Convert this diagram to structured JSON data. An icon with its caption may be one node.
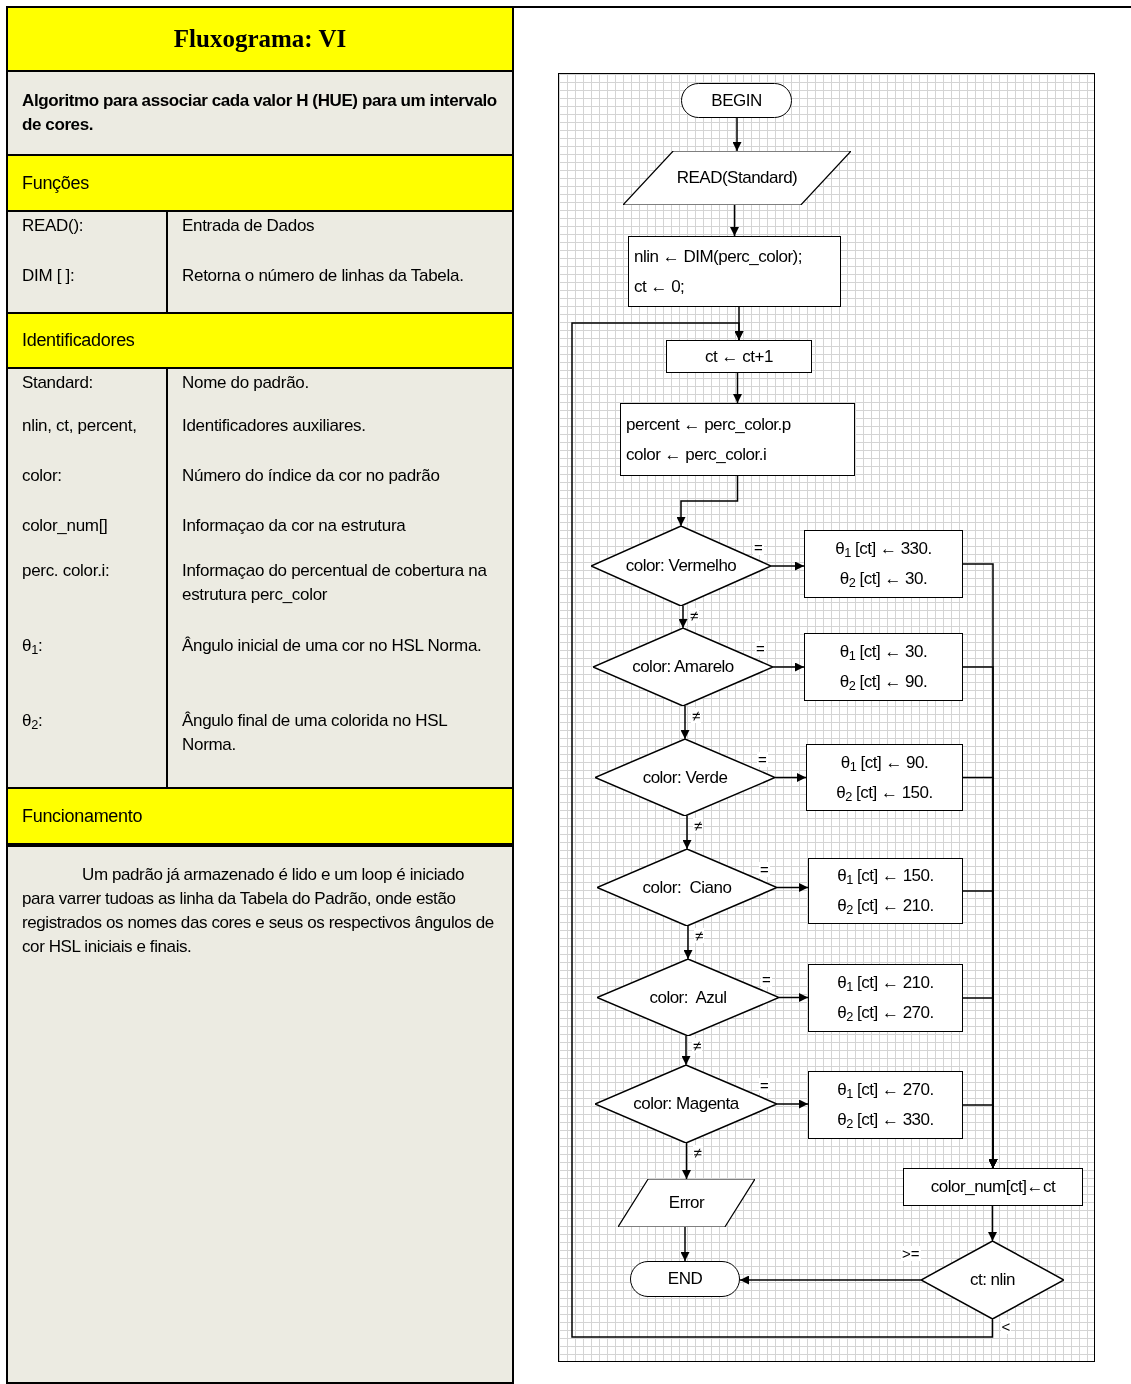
{
  "diagram": {
    "title": "Fluxograma: VI",
    "nodes": [
      {
        "text": [
          "BEGIN"
        ]
      },
      {
        "text": [
          "READ(Standard)"
        ]
      },
      {
        "text": [
          "nlin ← DIM(perc_color);",
          "ct ← 0;"
        ]
      },
      {
        "text": [
          "ct ← ct+1"
        ]
      },
      {
        "text": [
          "percent ← perc_color.p",
          "color ← perc_color.i"
        ]
      },
      {
        "text": [
          "color: Vermelho"
        ]
      },
      {
        "text": [
          "θ$_{1}$ [ct] ← 330.",
          "θ$_{2}$ [ct] ← 30."
        ]
      },
      {
        "text": [
          "color: Amarelo"
        ]
      },
      {
        "text": [
          "θ$_{1}$ [ct] ← 30.",
          "θ$_{2}$ [ct] ← 90."
        ]
      },
      {
        "text": [
          "color: Verde"
        ]
      },
      {
        "text": [
          "θ$_{1}$ [ct] ← 90.",
          "θ$_{2}$ [ct] ← 150."
        ]
      },
      {
        "text": [
          "color:  Ciano"
        ]
      },
      {
        "text": [
          "θ$_{1}$ [ct] ← 150.",
          "θ$_{2}$ [ct] ← 210."
        ]
      },
      {
        "text": [
          "color:  Azul"
        ]
      },
      {
        "text": [
          "θ$_{1}$ [ct] ← 210.",
          "θ$_{2}$ [ct] ← 270."
        ]
      },
      {
        "text": [
          "color: Magenta"
        ]
      },
      {
        "text": [
          "θ$_{1}$ [ct] ← 270.",
          "θ$_{2}$ [ct] ← 330."
        ]
      },
      {
        "text": [
          "Error"
        ]
      },
      {
        "text": [
          "END"
        ]
      },
      {
        "text": [
          "color_num[ct]←ct"
        ]
      },
      {
        "text": [
          "ct: nlin"
        ]
      }
    ],
    "edges": [
      {
        "from": 0,
        "to": 1,
        "arrow": "to"
      },
      {
        "from": 1,
        "to": 2,
        "arrow": "to"
      },
      {
        "from": 2,
        "to": 3,
        "arrow": "to"
      },
      {
        "from": 3,
        "to": 4,
        "arrow": "to"
      },
      {
        "from": 4,
        "to": 5,
        "arrow": "to"
      },
      {
        "from": 5,
        "to": 6,
        "arrow": "to",
        "label": "="
      },
      {
        "from": 5,
        "to": 7,
        "arrow": "to",
        "label": "≠"
      },
      {
        "from": 7,
        "to": 8,
        "arrow": "to",
        "label": "="
      },
      {
        "from": 7,
        "to": 9,
        "arrow": "to",
        "label": "≠"
      },
      {
        "from": 9,
        "to": 10,
        "arrow": "to",
        "label": "="
      },
      {
        "from": 9,
        "to": 11,
        "arrow": "to",
        "label": "≠"
      },
      {
        "from": 11,
        "to": 12,
        "arrow": "to",
        "label": "="
      },
      {
        "from": 11,
        "to": 13,
        "arrow": "to",
        "label": "≠"
      },
      {
        "from": 13,
        "to": 14,
        "arrow": "to",
        "label": "="
      },
      {
        "from": 13,
        "to": 15,
        "arrow": "to",
        "label": "≠"
      },
      {
        "from": 15,
        "to": 16,
        "arrow": "to",
        "label": "="
      },
      {
        "from": 15,
        "to": 17,
        "arrow": "to",
        "label": "≠"
      },
      {
        "from": 17,
        "to": 18,
        "arrow": "to"
      },
      {
        "from": 6,
        "to": 19,
        "arrow": "to"
      },
      {
        "from": 8,
        "to": 19,
        "arrow": "to"
      },
      {
        "from": 10,
        "to": 19,
        "arrow": "to"
      },
      {
        "from": 12,
        "to": 19,
        "arrow": "to"
      },
      {
        "from": 14,
        "to": 19,
        "arrow": "to"
      },
      {
        "from": 16,
        "to": 19,
        "arrow": "to"
      },
      {
        "from": 19,
        "to": 20,
        "arrow": "to"
      },
      {
        "from": 20,
        "to": 18,
        "arrow": "to",
        "label": ">="
      },
      {
        "from": 20,
        "to": 3,
        "arrow": "to",
        "label": "<"
      }
    ],
    "labels": [
      "Algoritmo para associar cada valor H (HUE) para um intervalo de cores.",
      "Funções",
      "READ():",
      "Entrada de Dados",
      "DIM [ ]:",
      "Retorna o número de linhas da Tabela.",
      "Identificadores",
      "Standard:",
      "Nome do padrão.",
      "nlin, ct, percent,",
      "Identificadores auxiliares.",
      "color:",
      "Número do índice da cor no padrão",
      "color_num[]",
      "Informaçao da cor na estrutura",
      "perc. color.i:",
      "Informaçao do percentual de cobertura na estrutura perc_color",
      "θ$_{1}$:",
      "Ângulo inicial de uma cor no HSL Norma.",
      "θ$_{2}$:",
      "Ângulo final de uma colorida no HSL Norma.",
      "Funcionamento",
      "Um padrão já armazenado é lido e um loop é iniciado para varrer tudoas as linha da Tabela do Padrão, onde estão registrados os nomes das cores e seus os respectivos ângulos de cor HSL iniciais e finais."
    ]
  }
}
